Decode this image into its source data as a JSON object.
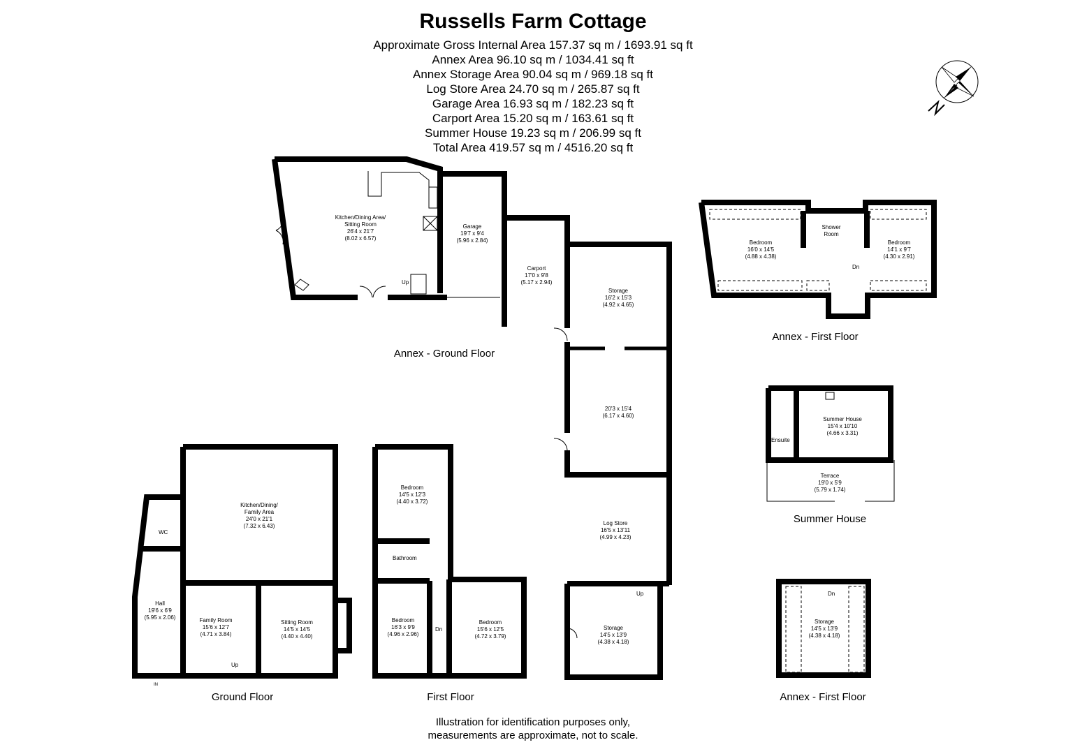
{
  "header": {
    "title": "Russells Farm Cottage",
    "areas": [
      "Approximate Gross Internal Area 157.37 sq m / 1693.91 sq ft",
      "Annex Area 96.10 sq m / 1034.41 sq ft",
      "Annex Storage Area 90.04 sq m / 969.18 sq ft",
      "Log Store Area 24.70 sq m / 265.87 sq ft",
      "Garage Area 16.93 sq m / 182.23 sq ft",
      "Carport Area 15.20 sq m / 163.61 sq ft",
      "Summer House 19.23 sq m / 206.99 sq ft",
      "Total Area 419.57 sq m / 4516.20 sq ft"
    ]
  },
  "compass": {
    "label": "N",
    "icon": "compass-rose-icon"
  },
  "floors": {
    "annex_ground": {
      "label": "Annex - Ground Floor",
      "rooms": {
        "kitchen": {
          "name": "Kitchen/Dining Area/",
          "name2": "Sitting Room",
          "imperial": "26'4 x 21'7",
          "metric": "(8.02 x 6.57)"
        },
        "garage": {
          "name": "Garage",
          "imperial": "19'7 x 9'4",
          "metric": "(5.96 x 2.84)"
        },
        "carport": {
          "name": "Carport",
          "imperial": "17'0 x 9'8",
          "metric": "(5.17 x 2.94)"
        },
        "storage1": {
          "name": "Storage",
          "imperial": "16'2 x 15'3",
          "metric": "(4.92 x 4.65)"
        },
        "storage2": {
          "imperial": "20'3 x 15'4",
          "metric": "(6.17 x 4.60)"
        },
        "log_store": {
          "name": "Log Store",
          "imperial": "16'5 x 13'11",
          "metric": "(4.99 x 4.23)"
        },
        "storage3": {
          "name": "Storage",
          "imperial": "14'5 x 13'9",
          "metric": "(4.38 x 4.18)"
        }
      },
      "stair_up": "Up",
      "stair_up2": "Up"
    },
    "annex_first": {
      "label": "Annex - First Floor",
      "rooms": {
        "bedroom1": {
          "name": "Bedroom",
          "imperial": "16'0 x 14'5",
          "metric": "(4.88 x 4.38)"
        },
        "shower": {
          "name": "Shower",
          "name2": "Room"
        },
        "bedroom2": {
          "name": "Bedroom",
          "imperial": "14'1 x 9'7",
          "metric": "(4.30 x 2.91)"
        }
      },
      "stair_dn": "Dn"
    },
    "summer_house": {
      "label": "Summer House",
      "rooms": {
        "summer": {
          "name": "Summer House",
          "imperial": "15'4 x 10'10",
          "metric": "(4.66 x 3.31)"
        },
        "ensuite": {
          "name": "Ensuite"
        },
        "terrace": {
          "name": "Terrace",
          "imperial": "19'0 x 5'9",
          "metric": "(5.79 x 1.74)"
        }
      }
    },
    "annex_first_storage": {
      "label": "Annex - First Floor",
      "rooms": {
        "storage": {
          "name": "Storage",
          "imperial": "14'5 x 13'9",
          "metric": "(4.38 x 4.18)"
        }
      },
      "stair_dn": "Dn"
    },
    "ground": {
      "label": "Ground Floor",
      "rooms": {
        "kitchen": {
          "name": "Kitchen/Dining/",
          "name2": "Family Area",
          "imperial": "24'0 x 21'1",
          "metric": "(7.32 x 6.43)"
        },
        "wc": {
          "name": "WC"
        },
        "hall": {
          "name": "Hall",
          "imperial": "19'6 x 6'9",
          "metric": "(5.95 x 2.06)"
        },
        "family": {
          "name": "Family Room",
          "imperial": "15'6 x 12'7",
          "metric": "(4.71 x 3.84)"
        },
        "sitting": {
          "name": "Sitting Room",
          "imperial": "14'5 x 14'5",
          "metric": "(4.40 x 4.40)"
        }
      },
      "stair_up": "Up",
      "entrance": "IN"
    },
    "first": {
      "label": "First Floor",
      "rooms": {
        "bedroom1": {
          "name": "Bedroom",
          "imperial": "14'5 x 12'3",
          "metric": "(4.40 x 3.72)"
        },
        "bathroom": {
          "name": "Bathroom"
        },
        "bedroom2": {
          "name": "Bedroom",
          "imperial": "16'3 x 9'9",
          "metric": "(4.96 x 2.96)"
        },
        "bedroom3": {
          "name": "Bedroom",
          "imperial": "15'6 x 12'5",
          "metric": "(4.72 x 3.79)"
        }
      },
      "stair_dn": "Dn"
    }
  },
  "footer": {
    "line1": "Illustration for identification purposes only,",
    "line2": "measurements are approximate, not to scale."
  }
}
